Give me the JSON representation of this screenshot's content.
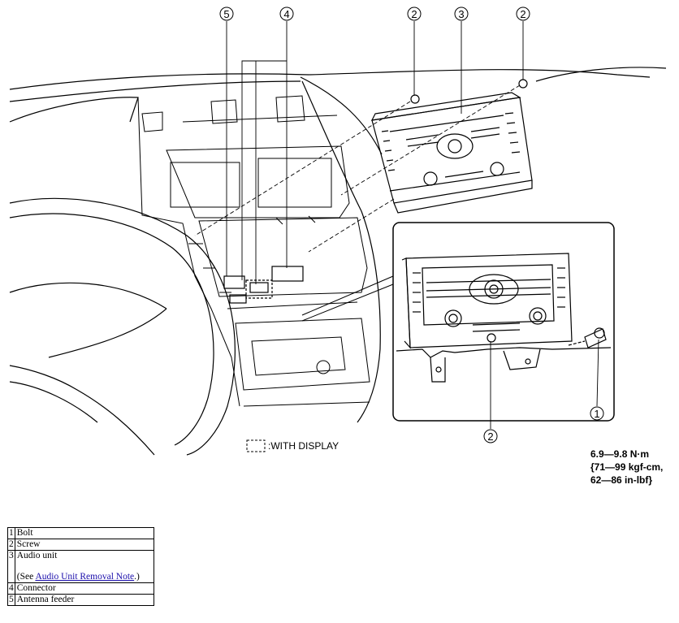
{
  "callouts": {
    "c1": "1",
    "c2a": "2",
    "c2b": "2",
    "c2c": "2",
    "c3": "3",
    "c4": "4",
    "c5": "5"
  },
  "display_legend": ":WITH DISPLAY",
  "torque": {
    "line1": "6.9—9.8 N·m",
    "line2": "{71—99 kgf-cm,",
    "line3": "62—86 in-lbf}"
  },
  "legend": {
    "rows": [
      {
        "num": "1",
        "label": "Bolt"
      },
      {
        "num": "2",
        "label": "Screw"
      },
      {
        "num": "3",
        "label": "Audio unit",
        "note_prefix": "(See ",
        "link": "Audio Unit Removal Note",
        "note_suffix": ".)"
      },
      {
        "num": "4",
        "label": "Connector"
      },
      {
        "num": "5",
        "label": "Antenna feeder"
      }
    ]
  }
}
